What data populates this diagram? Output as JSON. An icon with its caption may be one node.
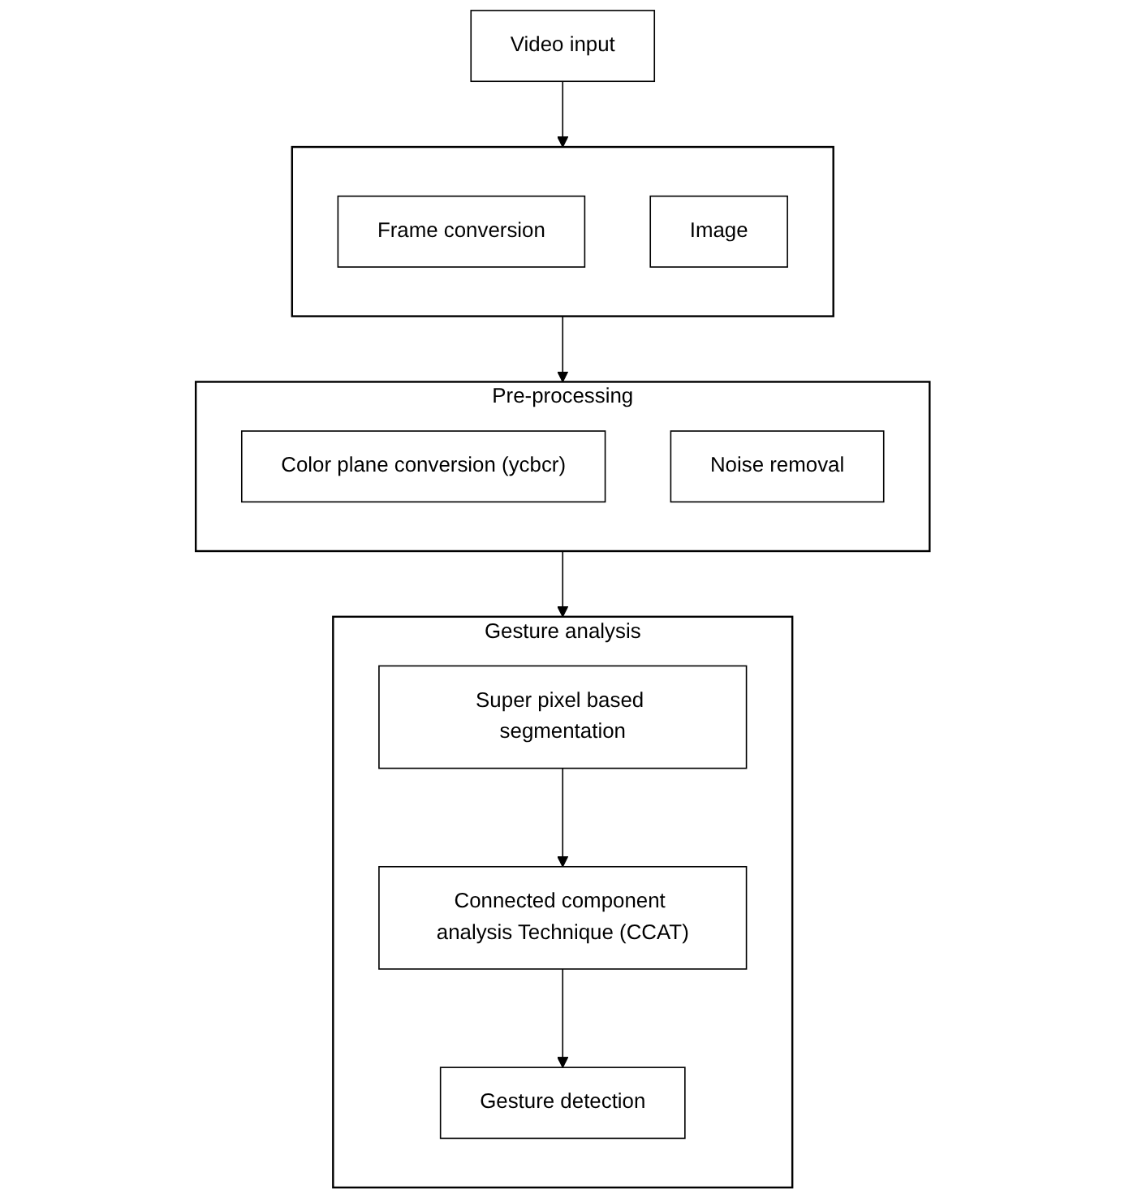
{
  "diagram": {
    "nodes": [
      {
        "text": [
          "Video input"
        ]
      },
      {
        "text": [],
        "shape": "box"
      },
      {
        "text": [
          "Frame conversion"
        ],
        "in": 1
      },
      {
        "text": [
          "Image"
        ],
        "in": 1
      },
      {
        "text": [
          "Pre-processing"
        ]
      },
      {
        "text": [
          "Color plane conversion (ycbcr)"
        ],
        "in": 4
      },
      {
        "text": [
          "Noise removal"
        ],
        "in": 4
      },
      {
        "text": [
          "Gesture analysis"
        ]
      },
      {
        "text": [
          "Super pixel based segmentation"
        ],
        "in": 7
      },
      {
        "text": [
          "Connected component analysis Technique (CCAT)"
        ],
        "in": 7
      },
      {
        "text": [
          "Gesture detection"
        ],
        "in": 7
      }
    ],
    "edges": [
      {
        "from": 0,
        "to": 1,
        "arrow": "to"
      },
      {
        "from": 1,
        "to": 4,
        "arrow": "to"
      },
      {
        "from": 4,
        "to": 7,
        "arrow": "to"
      },
      {
        "from": 8,
        "to": 9,
        "arrow": "to"
      },
      {
        "from": 9,
        "to": 10,
        "arrow": "to"
      }
    ]
  }
}
